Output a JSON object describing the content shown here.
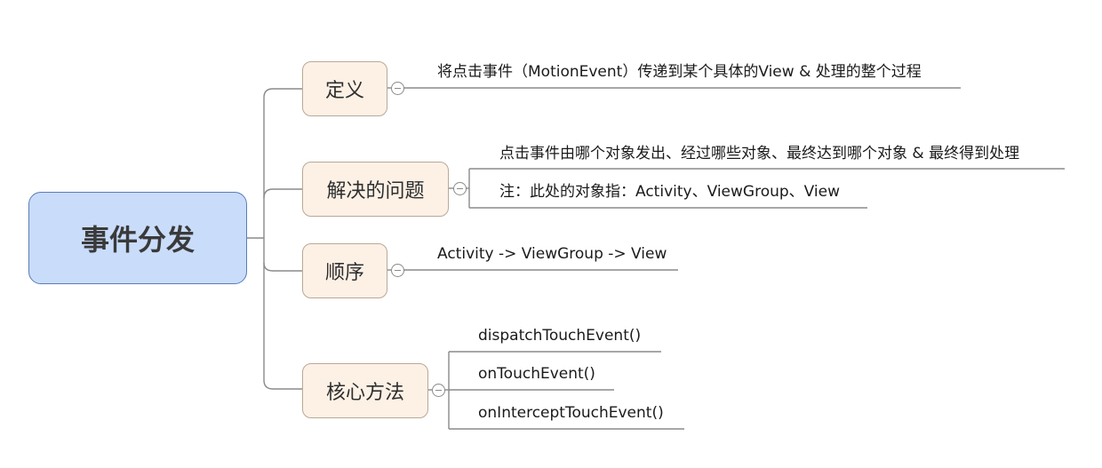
{
  "root": {
    "label": "事件分发"
  },
  "branches": [
    {
      "label": "定义",
      "leaves": [
        "将点击事件（MotionEvent）传递到某个具体的View & 处理的整个过程"
      ]
    },
    {
      "label": "解决的问题",
      "leaves": [
        "点击事件由哪个对象发出、经过哪些对象、最终达到哪个对象 & 最终得到处理",
        "注：此处的对象指：Activity、ViewGroup、View"
      ]
    },
    {
      "label": "顺序",
      "leaves": [
        "Activity -> ViewGroup -> View"
      ]
    },
    {
      "label": "核心方法",
      "leaves": [
        "dispatchTouchEvent()",
        "onTouchEvent()",
        "onInterceptTouchEvent()"
      ]
    }
  ],
  "colors": {
    "root_fill": "#c9dcfa",
    "root_border": "#5a7cb8",
    "branch_fill": "#fdf1e6",
    "branch_border": "#b9a898",
    "connector": "#8a8a8a"
  }
}
